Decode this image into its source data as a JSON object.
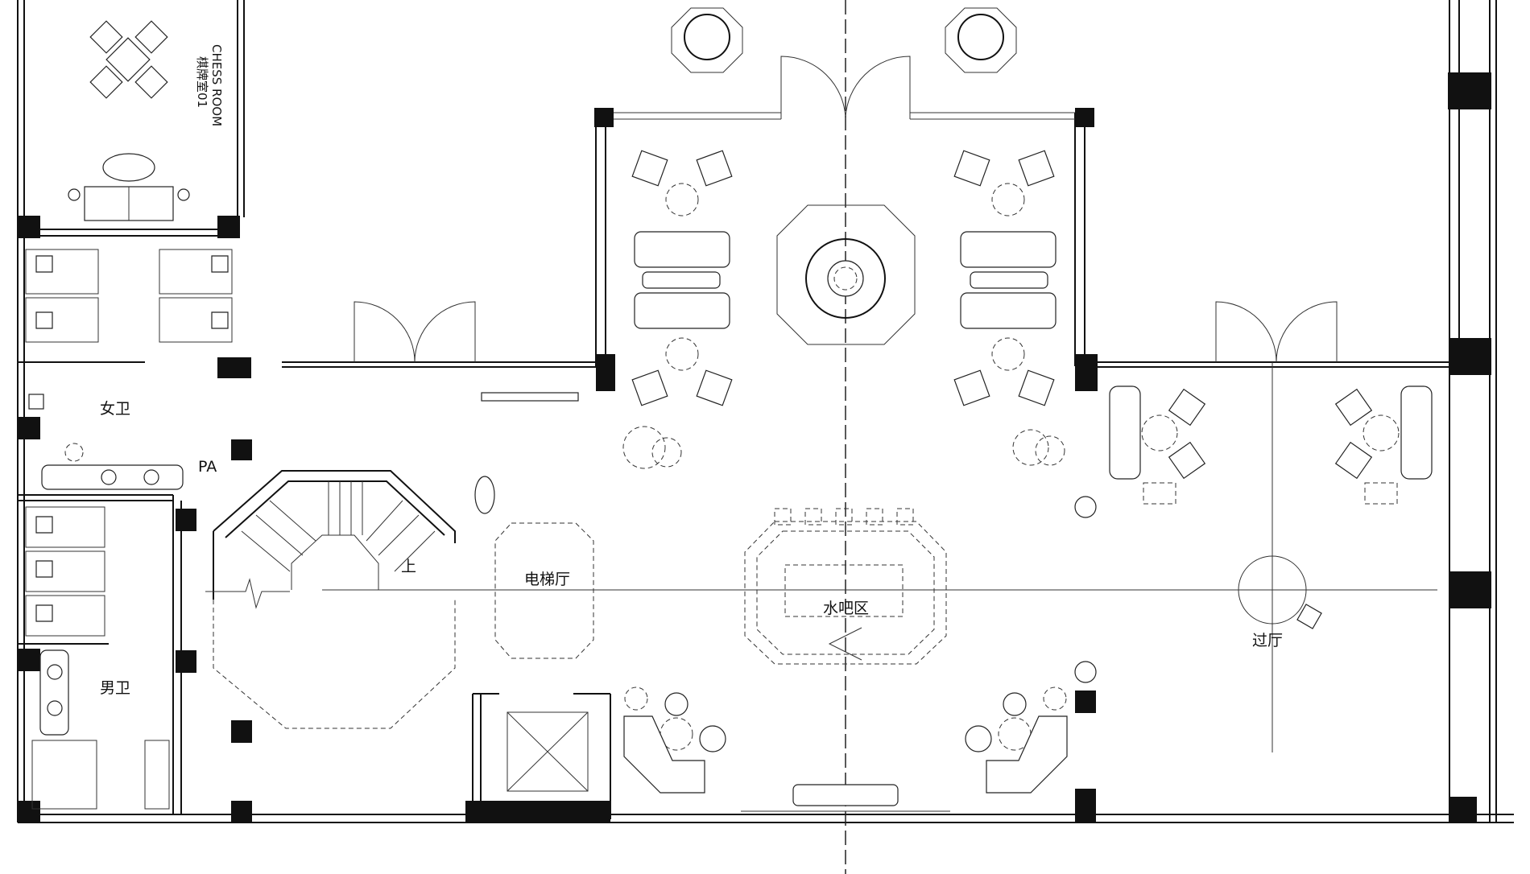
{
  "rooms": {
    "chess_room_en": "CHESS ROOM",
    "chess_room_cn": "棋牌室01",
    "women_restroom": "女卫",
    "men_restroom": "男卫",
    "pa": "PA",
    "stair_up": "上",
    "elevator_hall": "电梯厅",
    "water_bar": "水吧区",
    "foyer": "过厅"
  },
  "colors": {
    "line": "#111111",
    "background": "#ffffff"
  }
}
